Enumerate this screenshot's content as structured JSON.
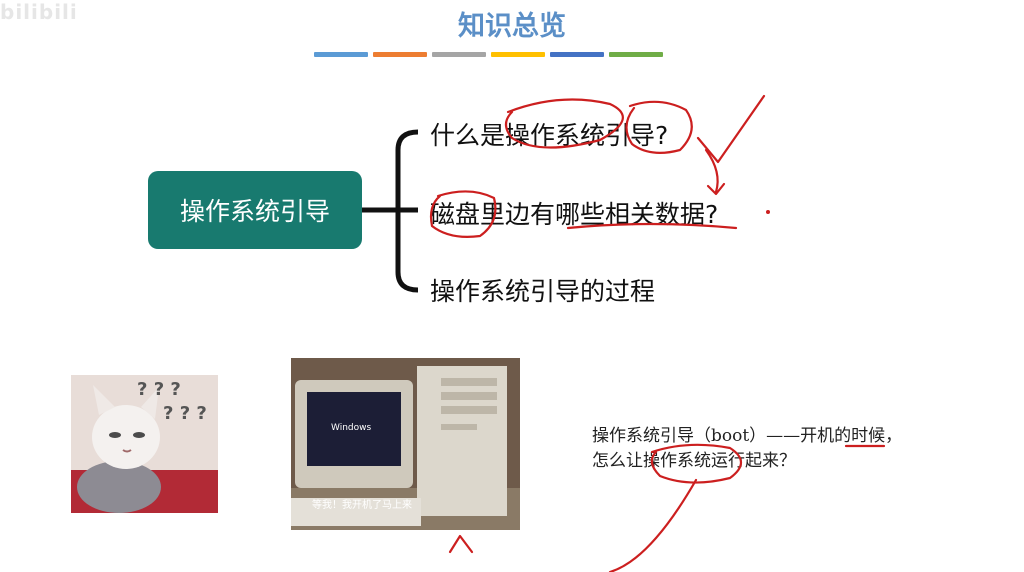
{
  "watermark": "bilibili",
  "title": "知识总览",
  "title_bar_colors": [
    "#5b9bd5",
    "#ed7d31",
    "#a5a5a5",
    "#ffc000",
    "#4472c4",
    "#70ad47"
  ],
  "main_node": {
    "label": "操作系统引导",
    "color": "#187a6f"
  },
  "branches": [
    {
      "label": "什么是操作系统引导?"
    },
    {
      "label": "磁盘里边有哪些相关数据?"
    },
    {
      "label": "操作系统引导的过程"
    }
  ],
  "images": {
    "cat": {
      "question_marks": "? ? ?",
      "question_marks_2": "? ? ?"
    },
    "computer": {
      "screen_text": "Windows",
      "subtitle": "等我！我开机了马上来"
    }
  },
  "note": {
    "line1": "操作系统引导（boot）——开机的时候，",
    "line2": "怎么让操作系统运行起来？"
  },
  "annotation_color": "#cc1f1f"
}
